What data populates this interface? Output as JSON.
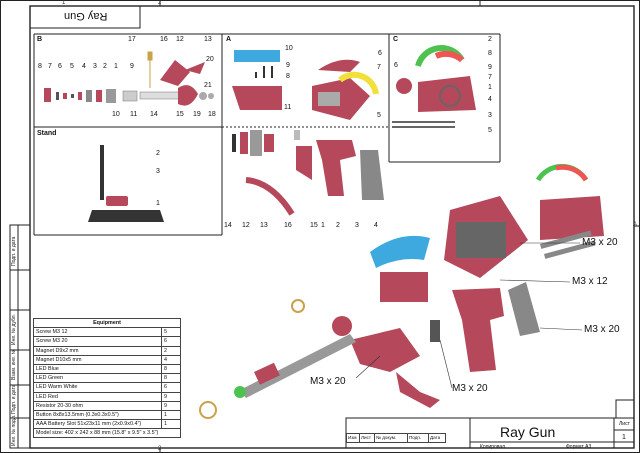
{
  "title_tab": "Ray Gun",
  "zones": {
    "top_left": "1",
    "top_right": "2",
    "bottom": "2",
    "right": "A"
  },
  "views": {
    "B": {
      "label": "B",
      "parts": [
        "8",
        "7",
        "6",
        "5",
        "4",
        "3",
        "2",
        "1",
        "9",
        "17",
        "16",
        "12",
        "13",
        "20",
        "21",
        "10",
        "11",
        "14",
        "15",
        "19",
        "18"
      ]
    },
    "A": {
      "label": "A",
      "parts": [
        "10",
        "9",
        "8",
        "11",
        "6",
        "7",
        "5"
      ]
    },
    "C": {
      "label": "C",
      "parts": [
        "2",
        "8",
        "9",
        "7",
        "6",
        "1",
        "4",
        "3",
        "5"
      ]
    },
    "Stand": {
      "label": "Stand",
      "parts": [
        "2",
        "3",
        "1"
      ]
    },
    "A_lower": {
      "parts": [
        "14",
        "12",
        "13",
        "16",
        "15",
        "1",
        "2",
        "3",
        "4"
      ]
    }
  },
  "callouts": [
    "M3 x 20",
    "M3 x 12",
    "M3 x 20",
    "M3 x 20",
    "M3 x 20"
  ],
  "equipment": {
    "title": "Equipment",
    "rows": [
      {
        "name": "Screw M3 12",
        "qty": "5"
      },
      {
        "name": "Screw M3 20",
        "qty": "6"
      },
      {
        "name": "Magnet D9x2 mm",
        "qty": "2"
      },
      {
        "name": "Magnet D10x5 mm",
        "qty": "4"
      },
      {
        "name": "LED Blue",
        "qty": "8"
      },
      {
        "name": "LED Green",
        "qty": "8"
      },
      {
        "name": "LED Warm White",
        "qty": "6"
      },
      {
        "name": "LED Red",
        "qty": "9"
      },
      {
        "name": "Resistor 20-30 ohm",
        "qty": "9"
      },
      {
        "name": "Button 8x8x13.5mm (0.3x0.3x0.5\")",
        "qty": "1"
      },
      {
        "name": "AAA Battery Slot 51x23x11 mm (2x0.9x0.4\")",
        "qty": "1"
      },
      {
        "name": "Model size: 402 x 242 x 88 mm (15.8\" x 9.5\" x 3.5\")",
        "qty": ""
      }
    ]
  },
  "side_labels": [
    "Инв. № подл.",
    "Подп. и дата",
    "Взам. инв. №",
    "Инв. № дубл.",
    "Подп. и дата"
  ],
  "title_block": {
    "name": "Ray Gun",
    "sheet_label": "Лист",
    "sheet_no": "1",
    "cols": [
      "Изм",
      "Лист",
      "№ докум.",
      "Подп.",
      "Дата"
    ],
    "copied": "Копировал",
    "format": "Формат A3"
  },
  "colors": {
    "part": "#b5485a",
    "grey": "#8a8a8a",
    "blue": "#3da9df",
    "green": "#4ec24e",
    "yellow": "#f2e03a"
  }
}
